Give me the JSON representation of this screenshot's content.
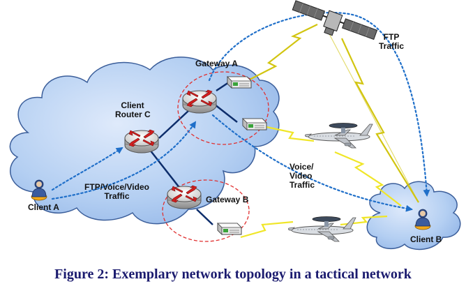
{
  "labels": {
    "gateway_a": "Gateway A",
    "gateway_b": "Gateway B",
    "client_router_c_line1": "Client",
    "client_router_c_line2": "Router C",
    "client_a": "Client A",
    "client_b": "Client B",
    "ftp_traffic_line1": "FTP",
    "ftp_traffic_line2": "Traffic",
    "ftp_voice_video_line1": "FTP/Voice/Video",
    "ftp_voice_video_line2": "Traffic",
    "voice_video_line1": "Voice/",
    "voice_video_line2": "Video",
    "voice_video_line3": "Traffic"
  },
  "caption": "Figure 2: Exemplary network topology in a tactical network",
  "colors": {
    "cloud_fill": "#aac8ee",
    "cloud_stroke": "#3b5e9a",
    "traffic_arrow": "#1f6fc9",
    "radio_link": "#f0e628",
    "gateway_outline": "#e03030",
    "backbone": "#0d2d6b",
    "caption": "#1a1a6e"
  },
  "icons": [
    "router-icon",
    "modem-icon",
    "satellite-icon",
    "aircraft-icon",
    "user-icon"
  ]
}
